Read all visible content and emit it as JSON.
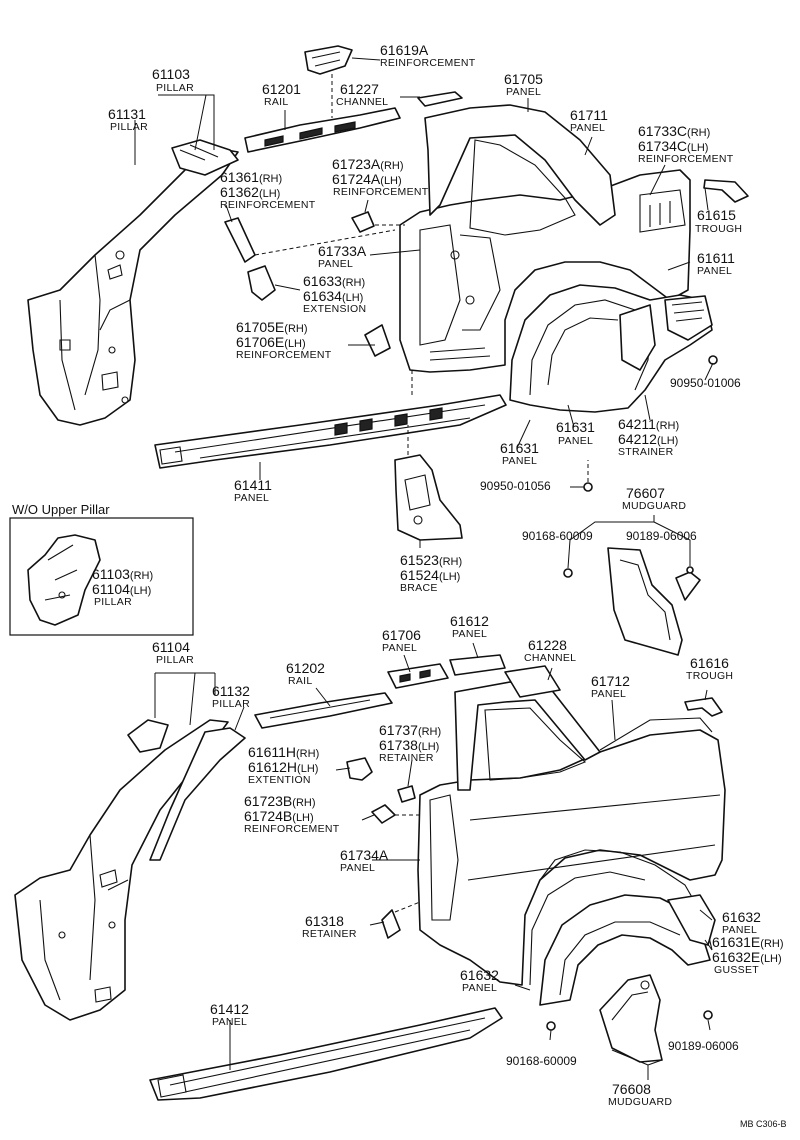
{
  "labels": {
    "p61619a_num": "61619A",
    "p61619a_name": "REINFORCEMENT",
    "p61103_num": "61103",
    "p61103_name": "PILLAR",
    "p61201_num": "61201",
    "p61201_name": "RAIL",
    "p61227_num": "61227",
    "p61227_name": "CHANNEL",
    "p61705_num": "61705",
    "p61705_name": "PANEL",
    "p61131_num": "61131",
    "p61131_name": "PILLAR",
    "p61711_num": "61711",
    "p61711_name": "PANEL",
    "p61733c_num": "61733C",
    "p61733c_sfx": "(RH)",
    "p61734c_num": "61734C",
    "p61734c_sfx": "(LH)",
    "p61733c_name": "REINFORCEMENT",
    "p61723a_num": "61723A",
    "p61723a_sfx": "(RH)",
    "p61724a_num": "61724A",
    "p61724a_sfx": "(LH)",
    "p61723a_name": "REINFORCEMENT",
    "p61361_num": "61361",
    "p61361_sfx": "(RH)",
    "p61362_num": "61362",
    "p61362_sfx": "(LH)",
    "p61361_name": "REINFORCEMENT",
    "p61615_num": "61615",
    "p61615_name": "TROUGH",
    "p61733a_num": "61733A",
    "p61733a_name": "PANEL",
    "p61611_num": "61611",
    "p61611_name": "PANEL",
    "p61633_num": "61633",
    "p61633_sfx": "(RH)",
    "p61634_num": "61634",
    "p61634_sfx": "(LH)",
    "p61633_name": "EXTENSION",
    "p61705e_num": "61705E",
    "p61705e_sfx": "(RH)",
    "p61706e_num": "61706E",
    "p61706e_sfx": "(LH)",
    "p61705e_name": "REINFORCEMENT",
    "p90950a_num": "90950-01006",
    "p61631a_num": "61631",
    "p61631a_name": "PANEL",
    "p64211_num": "64211",
    "p64211_sfx": "(RH)",
    "p64212_num": "64212",
    "p64212_sfx": "(LH)",
    "p64211_name": "STRAINER",
    "p61631b_num": "61631",
    "p61631b_name": "PANEL",
    "p61411_num": "61411",
    "p61411_name": "PANEL",
    "p90950b_num": "90950-01056",
    "p76607_num": "76607",
    "p76607_name": "MUDGUARD",
    "wo_title": "W/O Upper Pillar",
    "p90168a_num": "90168-60009",
    "p90189a_num": "90189-06006",
    "p61103b_num": "61103",
    "p61103b_sfx": "(RH)",
    "p61104b_num": "61104",
    "p61104b_sfx": "(LH)",
    "p61104b_name": "PILLAR",
    "p61523_num": "61523",
    "p61523_sfx": "(RH)",
    "p61524_num": "61524",
    "p61524_sfx": "(LH)",
    "p61523_name": "BRACE",
    "p61706_num": "61706",
    "p61706_name": "PANEL",
    "p61612_num": "61612",
    "p61612_name": "PANEL",
    "p61104_num": "61104",
    "p61104_name": "PILLAR",
    "p61202_num": "61202",
    "p61202_name": "RAIL",
    "p61228_num": "61228",
    "p61228_name": "CHANNEL",
    "p61616_num": "61616",
    "p61616_name": "TROUGH",
    "p61132_num": "61132",
    "p61132_name": "PILLAR",
    "p61712_num": "61712",
    "p61712_name": "PANEL",
    "p61737_num": "61737",
    "p61737_sfx": "(RH)",
    "p61738_num": "61738",
    "p61738_sfx": "(LH)",
    "p61737_name": "RETAINER",
    "p61611h_num": "61611H",
    "p61611h_sfx": "(RH)",
    "p61612h_num": "61612H",
    "p61612h_sfx": "(LH)",
    "p61611h_name": "EXTENTION",
    "p61723b_num": "61723B",
    "p61723b_sfx": "(RH)",
    "p61724b_num": "61724B",
    "p61724b_sfx": "(LH)",
    "p61723b_name": "REINFORCEMENT",
    "p61734a_num": "61734A",
    "p61734a_name": "PANEL",
    "p61318_num": "61318",
    "p61318_name": "RETAINER",
    "p61632a_num": "61632",
    "p61632a_name": "PANEL",
    "p61631e_num": "61631E",
    "p61631e_sfx": "(RH)",
    "p61632e_num": "61632E",
    "p61632e_sfx": "(LH)",
    "p61631e_name": "GUSSET",
    "p61632b_num": "61632",
    "p61632b_name": "PANEL",
    "p61412_num": "61412",
    "p61412_name": "PANEL",
    "p90168b_num": "90168-60009",
    "p90189b_num": "90189-06006",
    "p76608_num": "76608",
    "p76608_name": "MUDGUARD",
    "footer_code": "MB C306-B"
  },
  "colors": {
    "line": "#111111",
    "background": "#ffffff"
  }
}
